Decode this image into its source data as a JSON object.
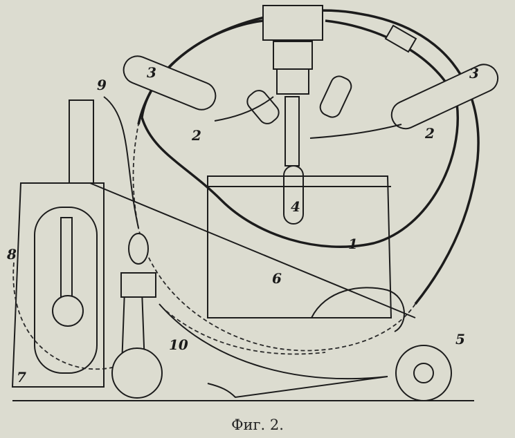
{
  "figure": {
    "caption": "Фиг. 2.",
    "labels": {
      "balloon": "1",
      "lamp_left": "2",
      "lamp_right": "2",
      "handle_left": "3",
      "handle_right": "3",
      "bulb": "4",
      "wheel": "5",
      "rod": "6",
      "base": "7",
      "frame": "8",
      "cable": "9",
      "chain": "10"
    }
  }
}
